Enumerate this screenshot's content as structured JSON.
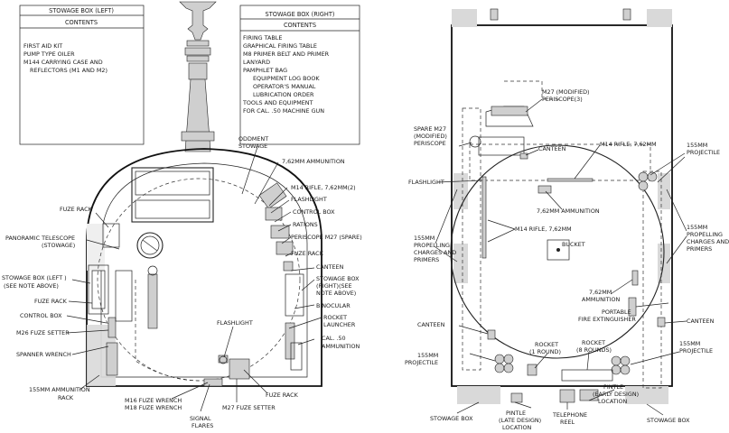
{
  "left_diagram": {
    "box_left": {
      "title": "STOWAGE BOX (LEFT)",
      "subtitle": "CONTENTS",
      "items": [
        "FIRST AID KIT",
        "PUMP TYPE OILER",
        "M144 CARRYING CASE AND",
        "REFLECTORS (M1 AND M2)"
      ]
    },
    "box_right": {
      "title": "STOWAGE BOX (RIGHT)",
      "subtitle": "CONTENTS",
      "items": [
        "FIRING TABLE",
        "GRAPHICAL FIRING TABLE",
        "M8 PRIMER BELT AND PRIMER",
        "LANYARD",
        "PAMPHLET BAG",
        "EQUIPMENT LOG BOOK",
        "OPERATOR'S MANUAL",
        "LUBRICATION ORDER",
        "TOOLS AND EQUIPMENT",
        "FOR CAL. .50 MACHINE GUN"
      ]
    },
    "labels": {
      "oddment_1": "ODDMENT",
      "oddment_2": "STOWAGE",
      "ammo_762": "7,62MM AMMUNITION",
      "m14_rifle": "M14 RIFLE, 7,62MM(2)",
      "flashlight_top": "FLASHLIGHT",
      "control_box_right": "CONTROL BOX",
      "rations": "RATIONS",
      "periscope_spare": "PERISCOPE M27 (SPARE)",
      "fuze_rack_right": "FUZE RACK",
      "canteen": "CANTEEN",
      "stowage_box_right_1": "STOWAGE BOX",
      "stowage_box_right_2": "(RIGHT)(SEE",
      "stowage_box_right_3": "NOTE ABOVE)",
      "binocular": "BINOCULAR",
      "rocket_launcher_1": "ROCKET",
      "rocket_launcher_2": "LAUNCHER",
      "cal50_1": "CAL. .50",
      "cal50_2": "AMMUNITION",
      "fuze_rack_left_top": "FUZE RACK",
      "panoramic_1": "PANORAMIC TELESCOPE",
      "panoramic_2": "(STOWAGE)",
      "stowage_box_left_1": "STOWAGE BOX (LEFT )",
      "stowage_box_left_2": "(SEE NOTE ABOVE)",
      "fuze_rack_left_mid": "FUZE RACK",
      "control_box_left": "CONTROL BOX",
      "m26_fuze_setter": "M26 FUZE SETTER",
      "spanner_wrench": "SPANNER WRENCH",
      "ammo_155_rack_1": "155MM AMMUNITION",
      "ammo_155_rack_2": "RACK",
      "flashlight_bottom": "FLASHLIGHT",
      "fuze_rack_bottom": "FUZE RACK",
      "m16_wrench": "M16 FUZE WRENCH",
      "m18_wrench": "M18 FUZE WRENCH",
      "m27_fuze_setter": "M27 FUZE SETTER",
      "signal_1": "SIGNAL",
      "signal_2": "FLARES"
    }
  },
  "right_diagram": {
    "labels": {
      "m27_periscope_1": "M27 (MODIFIED)",
      "m27_periscope_2": "PERISCOPE(3)",
      "spare_m27_1": "SPARE M27",
      "spare_m27_2": "(MODIFIED)",
      "spare_m27_3": "PERISCOPE",
      "canteen_top": "CANTEEN",
      "m14_rifle_top": "M14 RIFLE, 7,62MM",
      "proj_155_top_1": "155MM",
      "proj_155_top_2": "PROJECTILE",
      "flashlight": "FLASHLIGHT",
      "ammo_762_top": "7,62MM AMMUNITION",
      "prop_left_1": "155MM",
      "prop_left_2": "PROPELLING",
      "prop_left_3": "CHARGES AND",
      "prop_left_4": "PRIMERS",
      "m14_rifle_mid": "M14 RIFLE, 7,62MM",
      "bucket": "BUCKET",
      "prop_right_1": "155MM",
      "prop_right_2": "PROPELLING",
      "prop_right_3": "CHARGES AND",
      "prop_right_4": "PRIMERS",
      "ammo_762_mid_1": "7,62MM",
      "ammo_762_mid_2": "AMMUNITION",
      "extinguisher_1": "PORTABLE",
      "extinguisher_2": "FIRE EXTINGUISHER",
      "canteen_left": "CANTEEN",
      "canteen_right": "CANTEEN",
      "proj_155_left_1": "155MM",
      "proj_155_left_2": "PROJECTILE",
      "rocket_1_1": "ROCKET",
      "rocket_1_2": "(1 ROUND)",
      "rocket_8_1": "ROCKET",
      "rocket_8_2": "(8 ROUNDS)",
      "proj_155_right_1": "155MM",
      "proj_155_right_2": "PROJECTILE",
      "stowage_box_left": "STOWAGE BOX",
      "pintle_late_1": "PINTLE",
      "pintle_late_2": "(LATE DESIGN)",
      "pintle_late_3": "LOCATION",
      "telephone_1": "TELEPHONE",
      "telephone_2": "REEL",
      "pintle_early_1": "PINTLE",
      "pintle_early_2": "(EARLY DESIGN)",
      "pintle_early_3": "LOCATION",
      "stowage_box_right": "STOWAGE BOX"
    }
  }
}
